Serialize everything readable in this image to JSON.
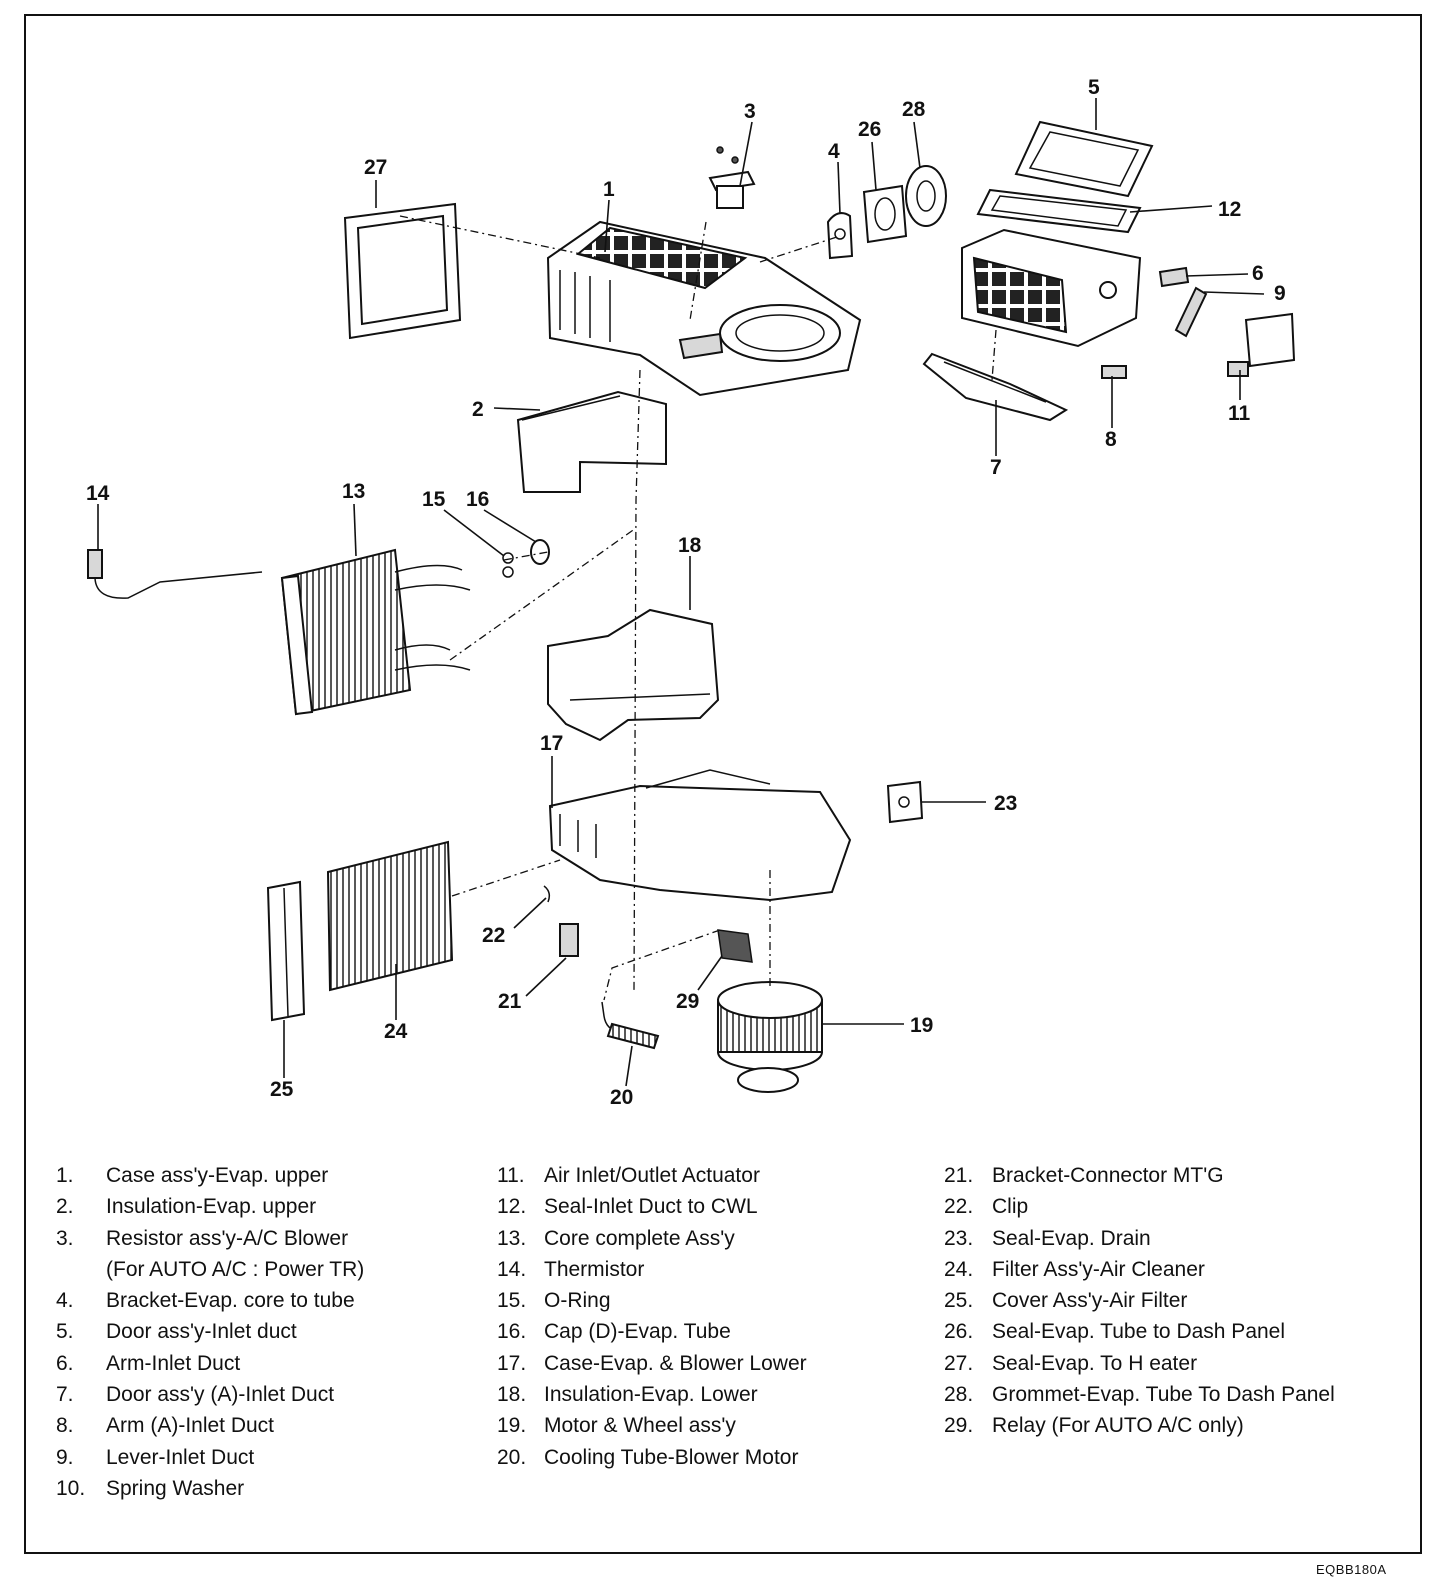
{
  "callouts": {
    "c1": "1",
    "c2": "2",
    "c3": "3",
    "c4": "4",
    "c5": "5",
    "c6": "6",
    "c7": "7",
    "c8": "8",
    "c9": "9",
    "c11": "11",
    "c12": "12",
    "c13": "13",
    "c14": "14",
    "c15": "15",
    "c16": "16",
    "c17": "17",
    "c18": "18",
    "c19": "19",
    "c20": "20",
    "c21": "21",
    "c22": "22",
    "c23": "23",
    "c24": "24",
    "c25": "25",
    "c26": "26",
    "c27": "27",
    "c28": "28",
    "c29": "29"
  },
  "legend": {
    "col1": [
      {
        "num": "1.",
        "text": "Case ass'y-Evap. upper"
      },
      {
        "num": "2.",
        "text": "Insulation-Evap. upper"
      },
      {
        "num": "3.",
        "text": "Resistor ass'y-A/C Blower"
      },
      {
        "num": "",
        "text": "(For AUTO A/C : Power TR)"
      },
      {
        "num": "4.",
        "text": "Bracket-Evap. core to tube"
      },
      {
        "num": "5.",
        "text": "Door ass'y-Inlet duct"
      },
      {
        "num": "6.",
        "text": "Arm-Inlet Duct"
      },
      {
        "num": "7.",
        "text": "Door ass'y (A)-Inlet Duct"
      },
      {
        "num": "8.",
        "text": "Arm (A)-Inlet Duct"
      },
      {
        "num": "9.",
        "text": "Lever-Inlet Duct"
      },
      {
        "num": "10.",
        "text": "Spring Washer"
      }
    ],
    "col2": [
      {
        "num": "11.",
        "text": "Air Inlet/Outlet Actuator"
      },
      {
        "num": "12.",
        "text": "Seal-Inlet Duct to CWL"
      },
      {
        "num": "13.",
        "text": "Core complete Ass'y"
      },
      {
        "num": "14.",
        "text": "Thermistor"
      },
      {
        "num": "15.",
        "text": "O-Ring"
      },
      {
        "num": "16.",
        "text": "Cap (D)-Evap. Tube"
      },
      {
        "num": "17.",
        "text": "Case-Evap. & Blower Lower"
      },
      {
        "num": "18.",
        "text": "Insulation-Evap. Lower"
      },
      {
        "num": "19.",
        "text": "Motor & Wheel ass'y"
      },
      {
        "num": "20.",
        "text": "Cooling Tube-Blower Motor"
      }
    ],
    "col3": [
      {
        "num": "21.",
        "text": "Bracket-Connector MT'G"
      },
      {
        "num": "22.",
        "text": "Clip"
      },
      {
        "num": "23.",
        "text": "Seal-Evap. Drain"
      },
      {
        "num": "24.",
        "text": "Filter Ass'y-Air Cleaner"
      },
      {
        "num": "25.",
        "text": "Cover Ass'y-Air Filter"
      },
      {
        "num": "26.",
        "text": "Seal-Evap. Tube to Dash Panel"
      },
      {
        "num": "27.",
        "text": "Seal-Evap. To H eater"
      },
      {
        "num": "28.",
        "text": "Grommet-Evap. Tube To Dash Panel"
      },
      {
        "num": "29.",
        "text": "Relay (For AUTO A/C only)"
      }
    ]
  },
  "figure_code": "EQBB180A"
}
